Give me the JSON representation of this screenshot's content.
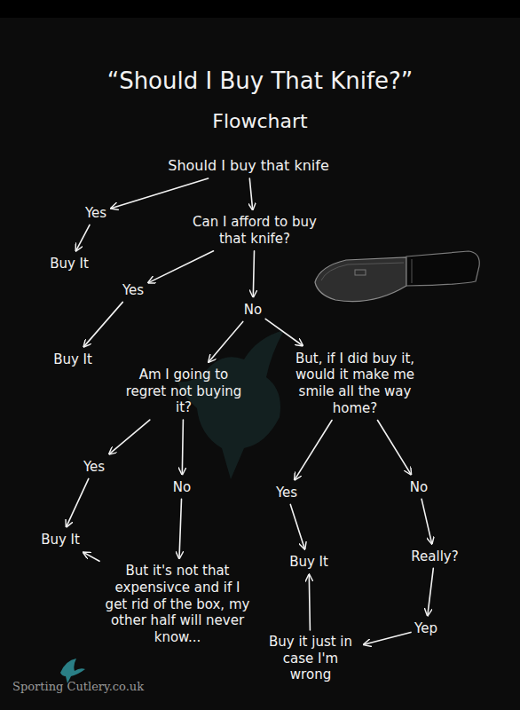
{
  "diagram": {
    "title": "“Should I Buy That Knife?”",
    "nodes": [
      {
        "text": [
          "Should I buy that knife"
        ]
      },
      {
        "text": [
          "Yes"
        ]
      },
      {
        "text": [
          "Buy It"
        ]
      },
      {
        "text": [
          "Can I afford to buy that knife?"
        ]
      },
      {
        "text": [
          "Yes"
        ]
      },
      {
        "text": [
          "No"
        ]
      },
      {
        "text": [
          "Buy It"
        ]
      },
      {
        "text": [
          "Am I going to regret not buying it?"
        ]
      },
      {
        "text": [
          "But, if I did buy it, would it make me smile all the way home?"
        ]
      },
      {
        "text": [
          "Yes"
        ]
      },
      {
        "text": [
          "No"
        ]
      },
      {
        "text": [
          "Yes"
        ]
      },
      {
        "text": [
          "No"
        ]
      },
      {
        "text": [
          "Buy It"
        ]
      },
      {
        "text": [
          "But it's not that expensivce and if I get rid of the box, my other half will never know..."
        ]
      },
      {
        "text": [
          "Buy It"
        ]
      },
      {
        "text": [
          "Really?"
        ]
      },
      {
        "text": [
          "Yep"
        ]
      },
      {
        "text": [
          "Buy it just in case I'm wrong"
        ]
      }
    ],
    "edges": [
      {
        "from": 0,
        "to": 1,
        "arrow": "to"
      },
      {
        "from": 1,
        "to": 2,
        "arrow": "to"
      },
      {
        "from": 0,
        "to": 3,
        "arrow": "to"
      },
      {
        "from": 3,
        "to": 4,
        "arrow": "to"
      },
      {
        "from": 4,
        "to": 6,
        "arrow": "to"
      },
      {
        "from": 3,
        "to": 5,
        "arrow": "to"
      },
      {
        "from": 5,
        "to": 7,
        "arrow": "to"
      },
      {
        "from": 5,
        "to": 8,
        "arrow": "to"
      },
      {
        "from": 7,
        "to": 9,
        "arrow": "to"
      },
      {
        "from": 7,
        "to": 10,
        "arrow": "to"
      },
      {
        "from": 9,
        "to": 13,
        "arrow": "to"
      },
      {
        "from": 10,
        "to": 14,
        "arrow": "to"
      },
      {
        "from": 14,
        "to": 13,
        "arrow": "to"
      },
      {
        "from": 8,
        "to": 11,
        "arrow": "to"
      },
      {
        "from": 8,
        "to": 12,
        "arrow": "to"
      },
      {
        "from": 11,
        "to": 15,
        "arrow": "to"
      },
      {
        "from": 12,
        "to": 16,
        "arrow": "to"
      },
      {
        "from": 16,
        "to": 17,
        "arrow": "to"
      },
      {
        "from": 17,
        "to": 18,
        "arrow": "to"
      },
      {
        "from": 18,
        "to": 15,
        "arrow": "to"
      }
    ],
    "labels": [
      "Flowchart",
      "Sporting Cutlery.co.uk"
    ]
  }
}
